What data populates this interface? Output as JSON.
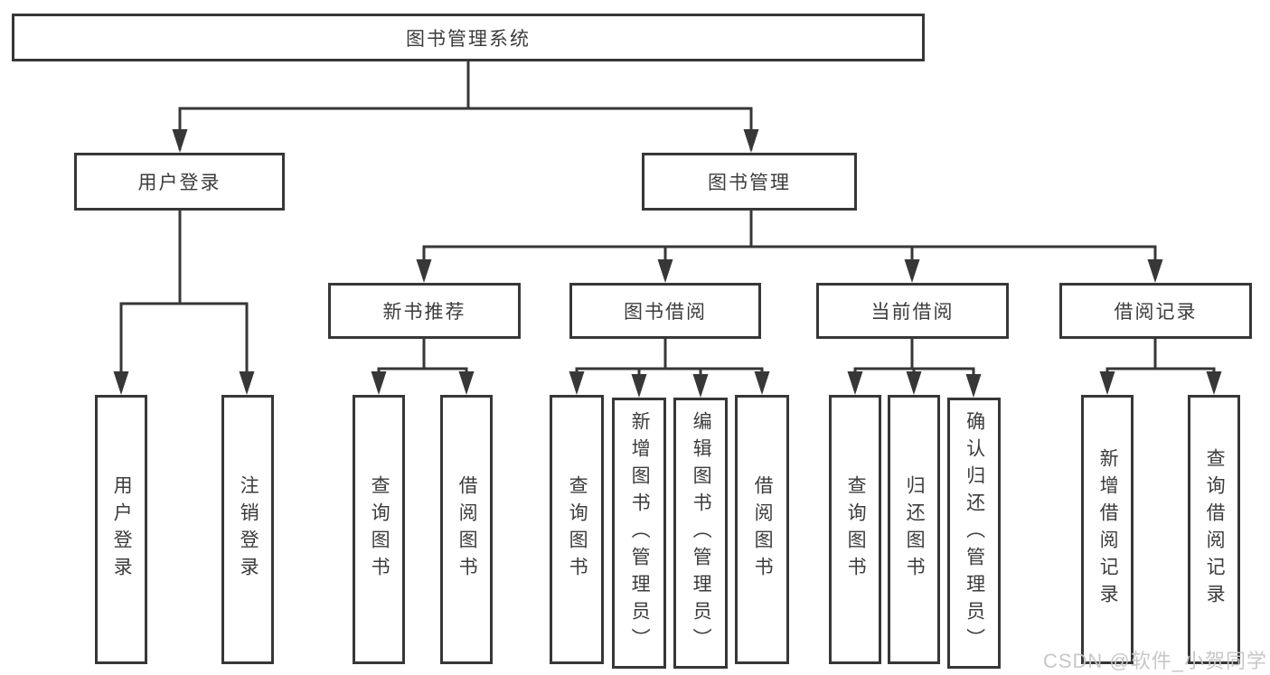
{
  "diagram": {
    "title": "图书管理系统",
    "root": {
      "label": "图书管理系统"
    },
    "level2": [
      {
        "label": "用户登录"
      },
      {
        "label": "图书管理"
      }
    ],
    "level3": [
      {
        "label": "新书推荐",
        "parent": "图书管理"
      },
      {
        "label": "图书借阅",
        "parent": "图书管理"
      },
      {
        "label": "当前借阅",
        "parent": "图书管理"
      },
      {
        "label": "借阅记录",
        "parent": "图书管理"
      }
    ],
    "leaves": [
      {
        "label": "用户登录",
        "parent": "用户登录"
      },
      {
        "label": "注销登录",
        "parent": "用户登录"
      },
      {
        "label": "查询图书",
        "parent": "新书推荐"
      },
      {
        "label": "借阅图书",
        "parent": "新书推荐"
      },
      {
        "label": "查询图书",
        "parent": "图书借阅"
      },
      {
        "label": "新增图书（管理员）",
        "parent": "图书借阅"
      },
      {
        "label": "编辑图书（管理员）",
        "parent": "图书借阅"
      },
      {
        "label": "借阅图书",
        "parent": "图书借阅"
      },
      {
        "label": "查询图书",
        "parent": "当前借阅"
      },
      {
        "label": "归还图书",
        "parent": "当前借阅"
      },
      {
        "label": "确认归还（管理员）",
        "parent": "当前借阅"
      },
      {
        "label": "新增借阅记录",
        "parent": "借阅记录"
      },
      {
        "label": "查询借阅记录",
        "parent": "借阅记录"
      }
    ]
  },
  "colors": {
    "line": "#373737",
    "text": "#3c3c3c",
    "watermark": "#c4c4c4",
    "background": "#ffffff"
  },
  "watermark": "CSDN @软件_小贺同学"
}
